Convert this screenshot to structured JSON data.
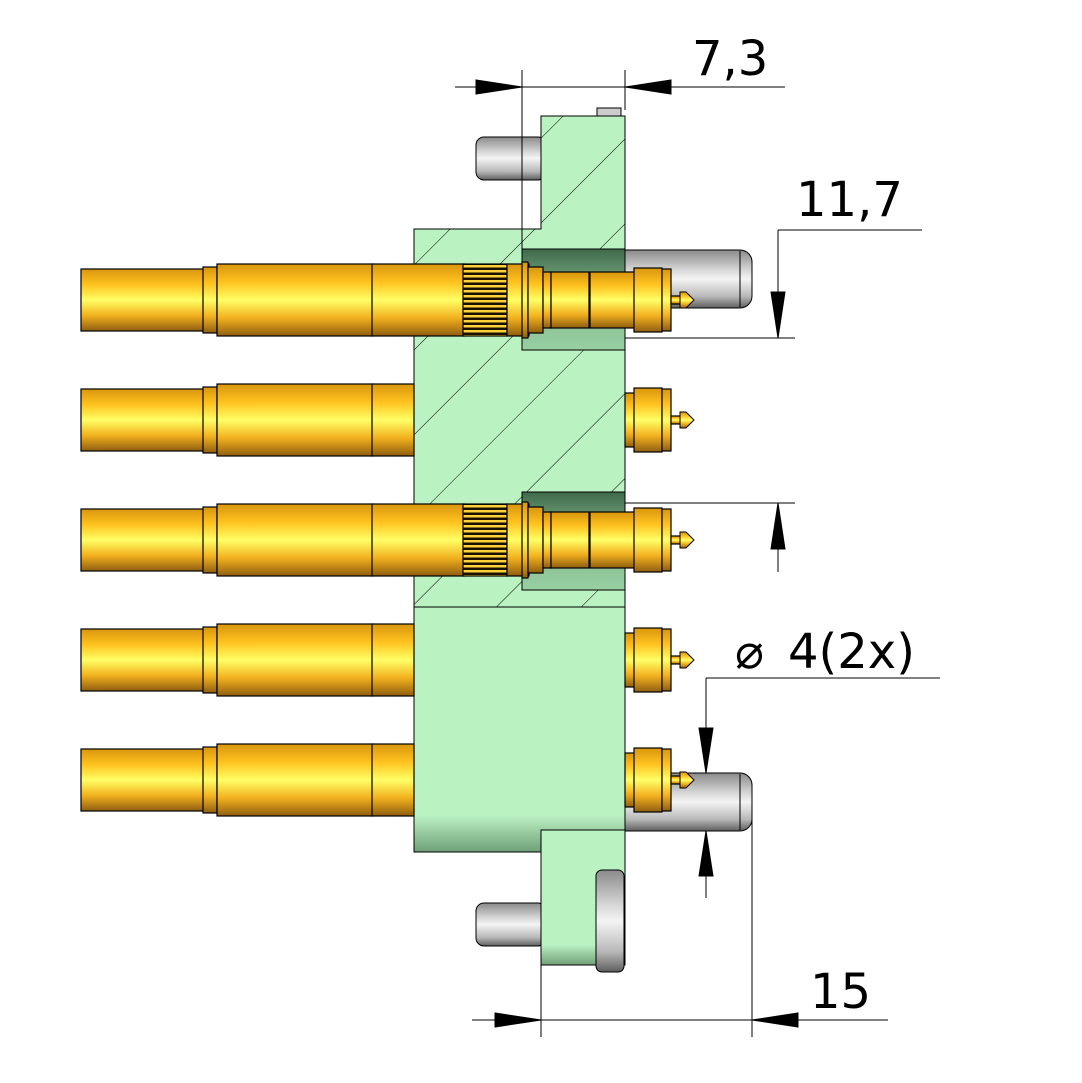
{
  "dimensions": {
    "thickness": "7,3",
    "pitch": "11,7",
    "diameter_symbol": "⌀",
    "diameter": "4(2x)",
    "pin_offset": "15"
  },
  "colors": {
    "body": "#bbf2c2",
    "cavity": "#5f8f6a",
    "gold": "#ffc21e",
    "steel": "#c8c8c8"
  }
}
